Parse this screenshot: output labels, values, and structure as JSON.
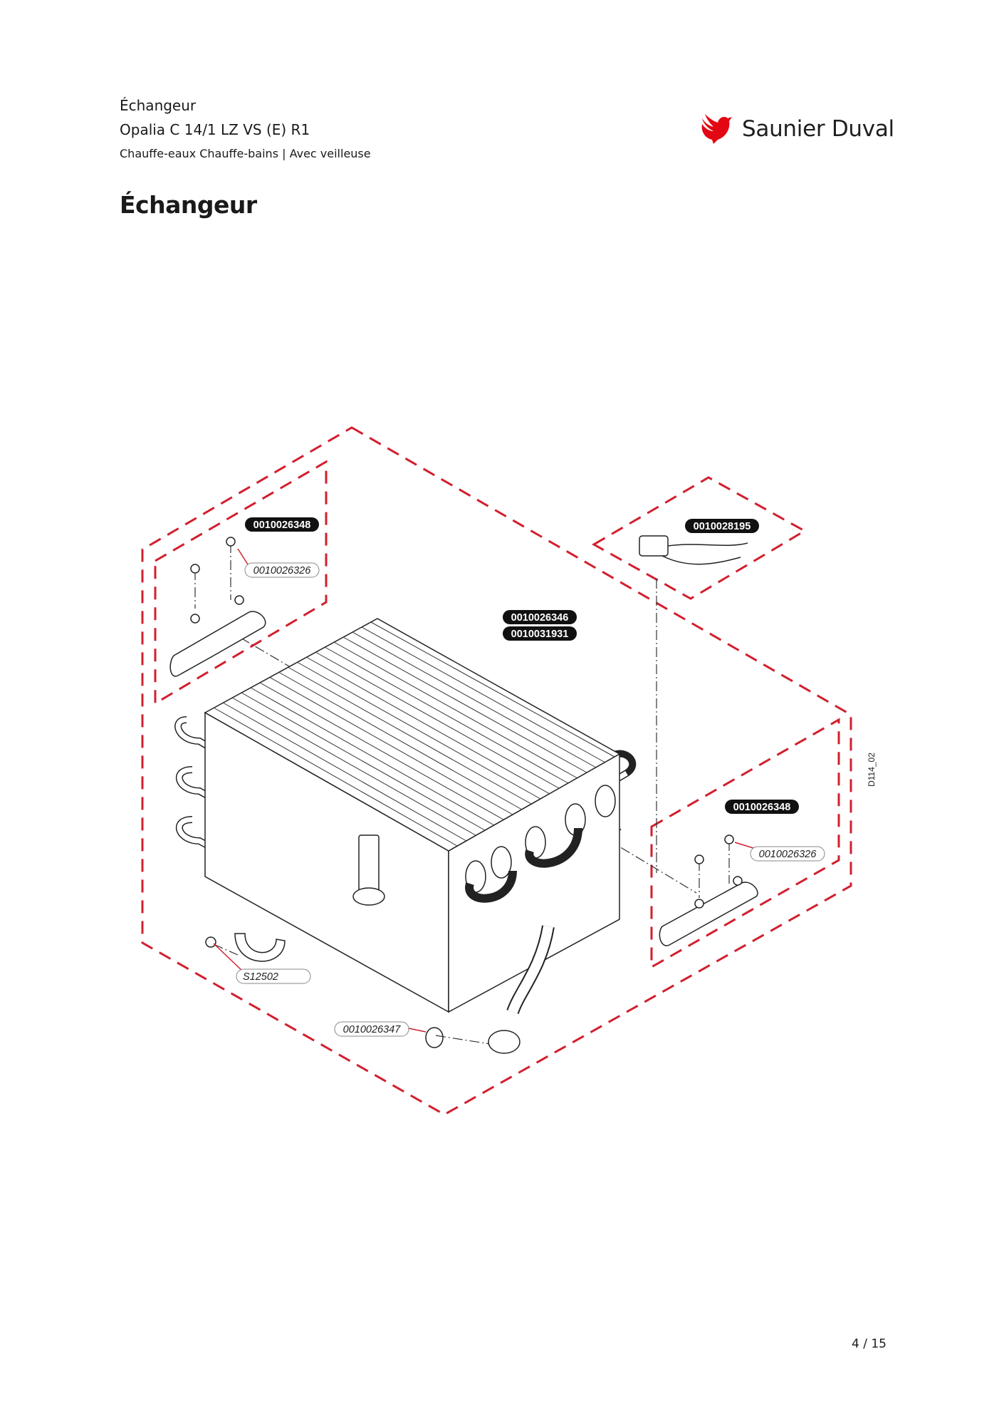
{
  "header": {
    "title": "Échangeur",
    "model": "Opalia C 14/1 LZ VS (E) R1",
    "category": "Chauffe-eaux Chauffe-bains | Avec veilleuse"
  },
  "brand": {
    "name": "Saunier Duval",
    "color": "#e30613"
  },
  "heading": "Échangeur",
  "drawing": {
    "id": "D114_02",
    "part_labels": {
      "bracket_left": "0010026348",
      "screw_left": "0010026326",
      "exchanger_1": "0010026346",
      "exchanger_2": "0010031931",
      "sensor": "0010028195",
      "bracket_right": "0010026348",
      "screw_right": "0010026326",
      "clamp": "S12502",
      "seal": "0010026347"
    }
  },
  "footer": {
    "page": "4 / 15"
  }
}
